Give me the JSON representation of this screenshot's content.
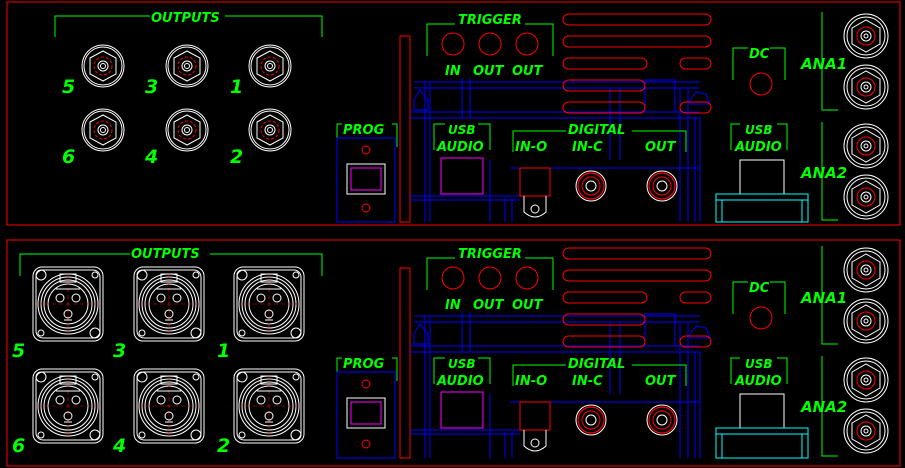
{
  "panels": [
    {
      "id": "rca",
      "outputs_label": "OUTPUTS",
      "output_numbers": [
        "5",
        "3",
        "1",
        "6",
        "4",
        "2"
      ],
      "trigger_label": "TRIGGER",
      "trigger_jacks": [
        "IN",
        "OUT",
        "OUT"
      ],
      "dc_label": "DC",
      "prog_label": "PROG",
      "usb_audio_label": [
        "USB",
        "AUDIO"
      ],
      "digital_label": "DIGITAL",
      "digital_jacks": [
        "IN-O",
        "IN-C",
        "OUT"
      ],
      "usb_audio_right_label": [
        "USB",
        "AUDIO"
      ],
      "ana_labels": [
        "ANA1",
        "ANA2"
      ]
    },
    {
      "id": "xlr",
      "outputs_label": "OUTPUTS",
      "output_numbers": [
        "5",
        "3",
        "1",
        "6",
        "4",
        "2"
      ],
      "trigger_label": "TRIGGER",
      "trigger_jacks": [
        "IN",
        "OUT",
        "OUT"
      ],
      "dc_label": "DC",
      "prog_label": "PROG",
      "usb_audio_label": [
        "USB",
        "AUDIO"
      ],
      "digital_label": "DIGITAL",
      "digital_jacks": [
        "IN-O",
        "IN-C",
        "OUT"
      ],
      "usb_audio_right_label": [
        "USB",
        "AUDIO"
      ],
      "ana_labels": [
        "ANA1",
        "ANA2"
      ]
    }
  ],
  "colors": {
    "background": "#000000",
    "outline": "#ff0000",
    "label": "#00ff00",
    "connector": "#ffffff",
    "blue": "#0000ff",
    "magenta": "#ff00ff",
    "cyan": "#00ffff"
  }
}
